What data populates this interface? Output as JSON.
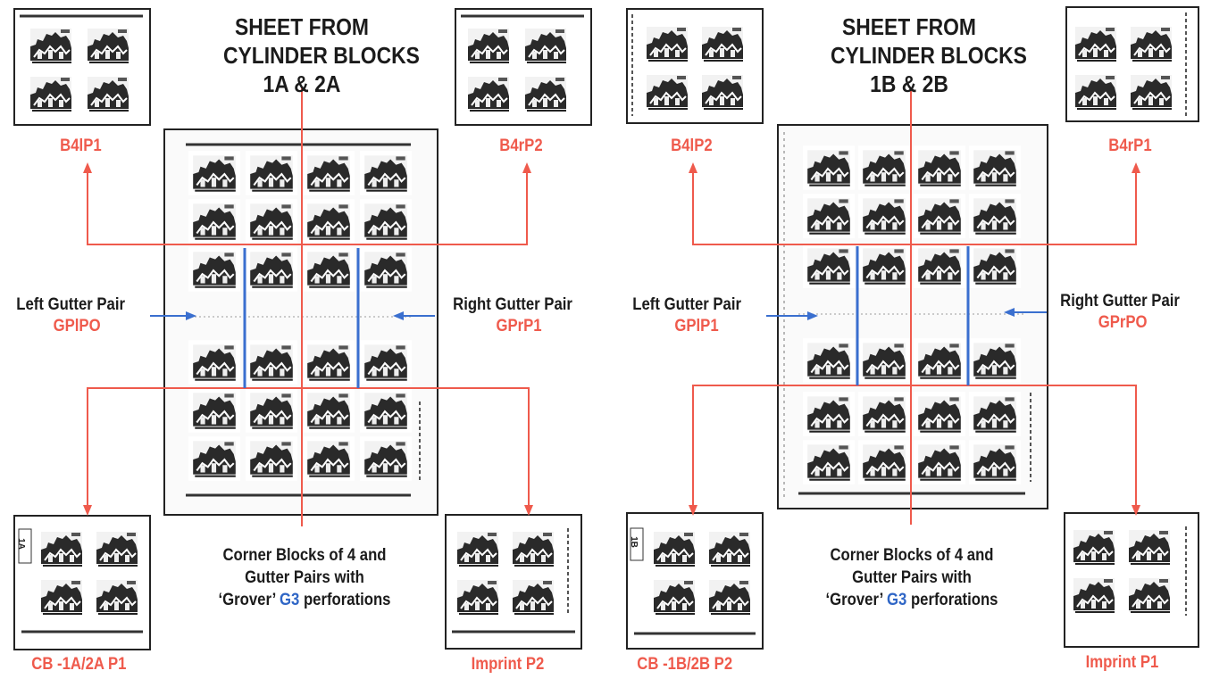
{
  "colors": {
    "label_red": "#ef5a4c",
    "arrow_blue": "#3a6fcf",
    "ink": "#1b1b1b"
  },
  "left_panel": {
    "title": [
      "SHEET FROM",
      "CYLINDER BLOCKS",
      "1A & 2A"
    ],
    "labels": {
      "top_left": "B4lP1",
      "top_right": "B4rP2",
      "bottom_left": "CB -1A/2A P1",
      "bottom_right": "Imprint P2",
      "left_gutter_title": "Left Gutter Pair",
      "left_gutter_code": "GPlPO",
      "right_gutter_title": "Right Gutter Pair",
      "right_gutter_code": "GPrP1"
    },
    "cylinder_mark": "1A",
    "caption": {
      "line1": "Corner Blocks of 4 and",
      "line2": "Gutter Pairs with",
      "line3_pre": "‘Grover’ ",
      "line3_code": "G3",
      "line3_post": " perforations"
    }
  },
  "right_panel": {
    "title": [
      "SHEET FROM",
      "CYLINDER BLOCKS",
      "1B & 2B"
    ],
    "labels": {
      "top_left": "B4lP2",
      "top_right": "B4rP1",
      "bottom_left": "CB -1B/2B P2",
      "bottom_right": "Imprint P1",
      "left_gutter_title": "Left Gutter Pair",
      "left_gutter_code": "GPlP1",
      "right_gutter_title": "Right Gutter Pair",
      "right_gutter_code": "GPrPO"
    },
    "cylinder_mark": "1B",
    "caption": {
      "line1": "Corner Blocks of 4 and",
      "line2": "Gutter Pairs with",
      "line3_pre": "‘Grover’ ",
      "line3_code": "G3",
      "line3_post": " perforations"
    }
  }
}
